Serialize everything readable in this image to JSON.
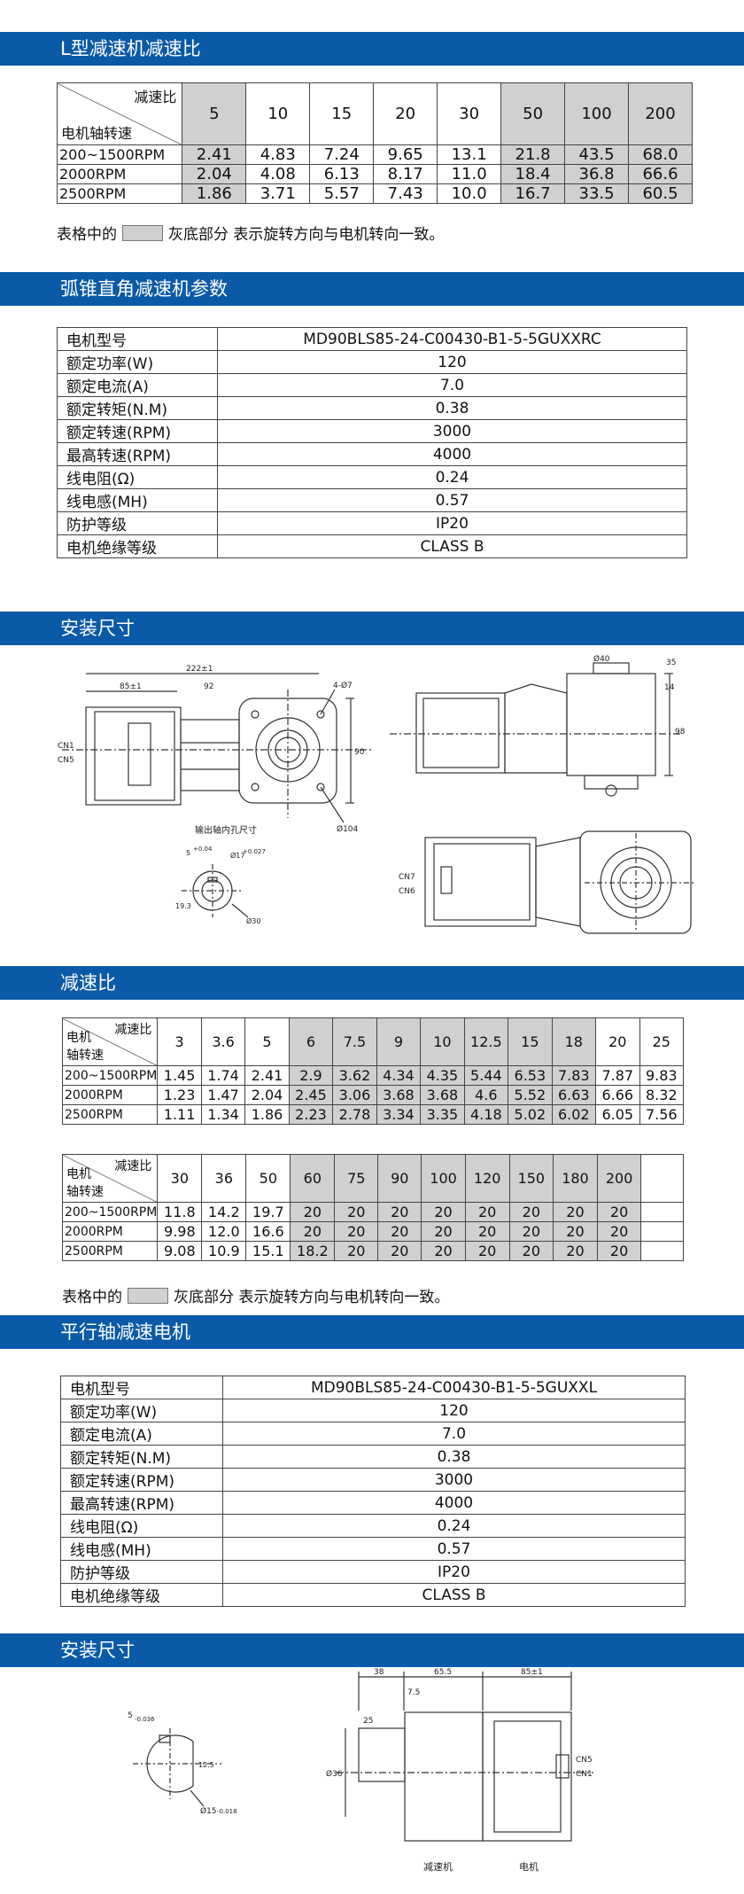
{
  "sections": {
    "s1": "L型减速机减速比",
    "s2": "弧锥直角减速机参数",
    "s3": "安装尺寸",
    "s4": "减速比",
    "s5": "平行轴减速电机",
    "s6": "安装尺寸"
  },
  "corner": {
    "ratio": "减速比",
    "speed": "电机轴转速",
    "speed_l1": "电机",
    "speed_l2": "轴转速"
  },
  "note": {
    "prefix": "表格中的",
    "suffix": "灰底部分 表示旋转方向与电机转向一致。"
  },
  "lratio": {
    "ratios": [
      "5",
      "10",
      "15",
      "20",
      "30",
      "50",
      "100",
      "200"
    ],
    "shaded": [
      true,
      false,
      false,
      false,
      false,
      true,
      true,
      true
    ],
    "rows": [
      {
        "label": "200~1500RPM",
        "vals": [
          "2.41",
          "4.83",
          "7.24",
          "9.65",
          "13.1",
          "21.8",
          "43.5",
          "68.0"
        ]
      },
      {
        "label": "2000RPM",
        "vals": [
          "2.04",
          "4.08",
          "6.13",
          "8.17",
          "11.0",
          "18.4",
          "36.8",
          "66.6"
        ]
      },
      {
        "label": "2500RPM",
        "vals": [
          "1.86",
          "3.71",
          "5.57",
          "7.43",
          "10.0",
          "16.7",
          "33.5",
          "60.5"
        ]
      }
    ]
  },
  "spec1": {
    "rows": [
      {
        "k": "电机型号",
        "v": "MD90BLS85-24-C00430-B1-5-5GUXXRC"
      },
      {
        "k": "额定功率(W)",
        "v": "120"
      },
      {
        "k": "额定电流(A)",
        "v": "7.0"
      },
      {
        "k": "额定转矩(N.M)",
        "v": "0.38"
      },
      {
        "k": "额定转速(RPM)",
        "v": "3000"
      },
      {
        "k": "最高转速(RPM)",
        "v": "4000"
      },
      {
        "k": "线电阻(Ω)",
        "v": "0.24"
      },
      {
        "k": "线电感(MH)",
        "v": "0.57"
      },
      {
        "k": "防护等级",
        "v": "IP20"
      },
      {
        "k": "电机绝缘等级",
        "v": "CLASS B"
      }
    ]
  },
  "ratioA": {
    "ratios": [
      "3",
      "3.6",
      "5",
      "6",
      "7.5",
      "9",
      "10",
      "12.5",
      "15",
      "18",
      "20",
      "25"
    ],
    "shaded": [
      false,
      false,
      false,
      true,
      true,
      true,
      true,
      true,
      true,
      true,
      false,
      false
    ],
    "rows": [
      {
        "label": "200~1500RPM",
        "vals": [
          "1.45",
          "1.74",
          "2.41",
          "2.9",
          "3.62",
          "4.34",
          "4.35",
          "5.44",
          "6.53",
          "7.83",
          "7.87",
          "9.83"
        ]
      },
      {
        "label": "2000RPM",
        "vals": [
          "1.23",
          "1.47",
          "2.04",
          "2.45",
          "3.06",
          "3.68",
          "3.68",
          "4.6",
          "5.52",
          "6.63",
          "6.66",
          "8.32"
        ]
      },
      {
        "label": "2500RPM",
        "vals": [
          "1.11",
          "1.34",
          "1.86",
          "2.23",
          "2.78",
          "3.34",
          "3.35",
          "4.18",
          "5.02",
          "6.02",
          "6.05",
          "7.56"
        ]
      }
    ]
  },
  "ratioB": {
    "ratios": [
      "30",
      "36",
      "50",
      "60",
      "75",
      "90",
      "100",
      "120",
      "150",
      "180",
      "200",
      ""
    ],
    "shaded": [
      false,
      false,
      false,
      true,
      true,
      true,
      true,
      true,
      true,
      true,
      true,
      false
    ],
    "rows": [
      {
        "label": "200~1500RPM",
        "vals": [
          "11.8",
          "14.2",
          "19.7",
          "20",
          "20",
          "20",
          "20",
          "20",
          "20",
          "20",
          "20",
          ""
        ]
      },
      {
        "label": "2000RPM",
        "vals": [
          "9.98",
          "12.0",
          "16.6",
          "20",
          "20",
          "20",
          "20",
          "20",
          "20",
          "20",
          "20",
          ""
        ]
      },
      {
        "label": "2500RPM",
        "vals": [
          "9.08",
          "10.9",
          "15.1",
          "18.2",
          "20",
          "20",
          "20",
          "20",
          "20",
          "20",
          "20",
          ""
        ]
      }
    ]
  },
  "spec2": {
    "rows": [
      {
        "k": "电机型号",
        "v": "MD90BLS85-24-C00430-B1-5-5GUXXL"
      },
      {
        "k": "额定功率(W)",
        "v": "120"
      },
      {
        "k": "额定电流(A)",
        "v": "7.0"
      },
      {
        "k": "额定转矩(N.M)",
        "v": "0.38"
      },
      {
        "k": "额定转速(RPM)",
        "v": "3000"
      },
      {
        "k": "最高转速(RPM)",
        "v": "4000"
      },
      {
        "k": "线电阻(Ω)",
        "v": "0.24"
      },
      {
        "k": "线电感(MH)",
        "v": "0.57"
      },
      {
        "k": "防护等级",
        "v": "IP20"
      },
      {
        "k": "电机绝缘等级",
        "v": "CLASS B"
      }
    ]
  },
  "dwg1": {
    "d222": "222±1",
    "d85": "85±1",
    "d92": "92",
    "holes": "4-Ø7",
    "d90": "90",
    "d104": "Ø104",
    "cn1": "CN1",
    "cn5": "CN5",
    "shaft_title": "输出轴内孔尺寸",
    "key": "5",
    "tol1": "+0.04",
    "bore": "Ø17",
    "tol2": "+0.027",
    "d30": "Ø30",
    "d19": "19.3",
    "d40": "Ø40",
    "d35": "35",
    "d14": "14",
    "d98": "98",
    "cn7": "CN7",
    "cn6": "CN6"
  },
  "dwg2": {
    "key": "5",
    "tol_key": "-0.036",
    "d12": "12.5",
    "shaft": "Ø15",
    "tol_shaft": "-0.018",
    "d38": "38",
    "d655": "65.5",
    "d85": "85±1",
    "d75": "7.5",
    "d25": "25",
    "d36": "Ø36",
    "cn5": "CN5",
    "cn1": "CN1",
    "reducer": "减速机",
    "motor": "电机"
  }
}
